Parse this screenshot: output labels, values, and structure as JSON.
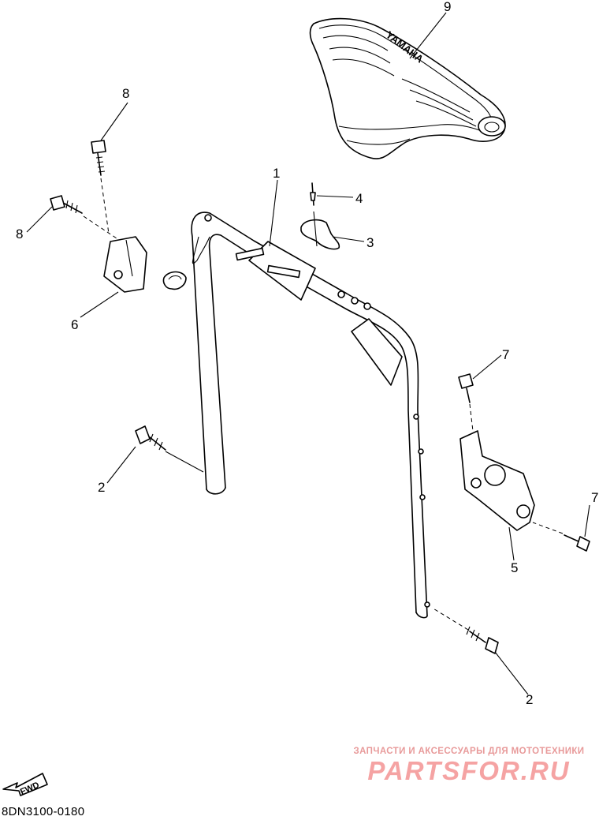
{
  "diagram": {
    "code": "8DN3100-0180",
    "fwd_label": "FWD",
    "seat_brand": "YAMAHA",
    "callouts": [
      {
        "id": "c9",
        "label": "9"
      },
      {
        "id": "c8a",
        "label": "8"
      },
      {
        "id": "c8b",
        "label": "8"
      },
      {
        "id": "c1",
        "label": "1"
      },
      {
        "id": "c4",
        "label": "4"
      },
      {
        "id": "c3",
        "label": "3"
      },
      {
        "id": "c6",
        "label": "6"
      },
      {
        "id": "c7a",
        "label": "7"
      },
      {
        "id": "c7b",
        "label": "7"
      },
      {
        "id": "c2a",
        "label": "2"
      },
      {
        "id": "c5",
        "label": "5"
      },
      {
        "id": "c2b",
        "label": "2"
      }
    ]
  },
  "watermark": {
    "caption": "ЗАПЧАСТИ И АКСЕССУАРЫ ДЛЯ МОТОТЕХНИКИ",
    "logo": "PARTSFOR.RU"
  }
}
